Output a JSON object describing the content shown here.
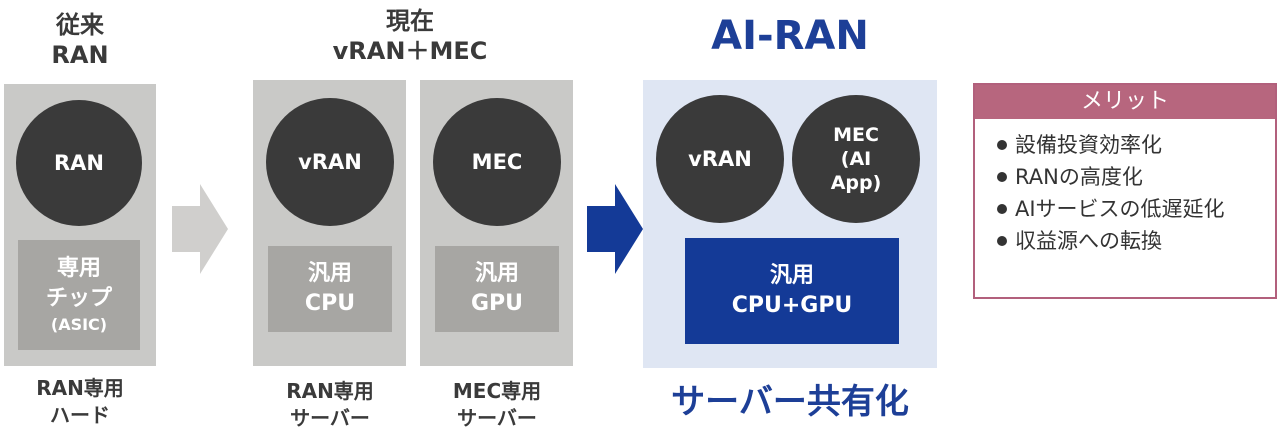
{
  "legacy": {
    "heading": "従来\nRAN",
    "circle": "RAN",
    "chip_main": "専用\nチップ",
    "chip_sub": "(ASIC)",
    "caption": "RAN専用\nハード"
  },
  "current": {
    "heading": "現在\nvRAN＋MEC",
    "left": {
      "circle": "vRAN",
      "chip": "汎用\nCPU",
      "caption": "RAN専用\nサーバー"
    },
    "right": {
      "circle": "MEC",
      "chip": "汎用\nGPU",
      "caption": "MEC専用\nサーバー"
    }
  },
  "ai_ran": {
    "heading": "AI-RAN",
    "circle_left": "vRAN",
    "circle_right": "MEC\n(AI\nApp)",
    "chip": "汎用\nCPU+GPU",
    "caption": "サーバー共有化"
  },
  "merits": {
    "title": "メリット",
    "items": [
      "設備投資効率化",
      "RANの高度化",
      "AIサービスの低遅延化",
      "収益源への転換"
    ]
  },
  "colors": {
    "panel_gray": "#c9c9c7",
    "circle_dark": "#3a3a3a",
    "chip_gray": "#a7a6a3",
    "ai_blue": "#1d3f97",
    "ai_panel": "#dfe6f3",
    "merit_accent": "#b7667e",
    "arrow_gray": "#d0cfcd",
    "arrow_blue": "#143a97"
  },
  "icons": {
    "arrow_1": "arrow-right-gray-icon",
    "arrow_2": "arrow-right-blue-icon",
    "bullet": "bullet-icon"
  }
}
